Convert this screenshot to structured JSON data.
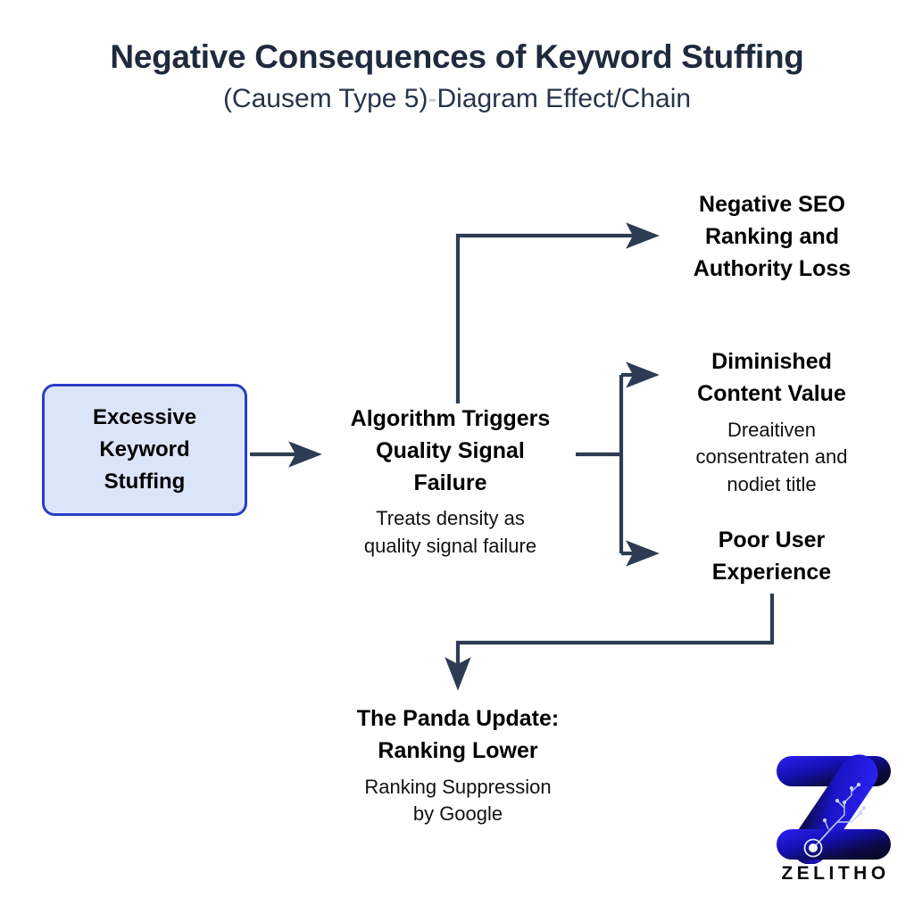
{
  "heading": {
    "title": "Negative Consequences of Keyword Stuffing",
    "subtitle_part1": "(Causem Type 5)",
    "subtitle_dash": "-",
    "subtitle_part2": "Diagram Effect/Chain"
  },
  "diagram": {
    "type": "cause-effect-chain",
    "colors": {
      "title_text": "#1f2a3d",
      "subtitle_text": "#27344a",
      "node_text": "#000000",
      "connector": "#2d3c52",
      "source_box_fill": "#dbe5f9",
      "source_box_border": "#2a3fc4",
      "background": "#ffffff"
    },
    "nodes": [
      {
        "id": "source",
        "head": "Excessive\nKeyword\nStuffing",
        "head_lines": [
          "Excessive",
          "Keyword",
          "Stuffing"
        ],
        "sub": "",
        "boxed": true
      },
      {
        "id": "center",
        "head_lines": [
          "Algorithm Triggers",
          "Quality Signal",
          "Failure"
        ],
        "sub_lines": [
          "Treats density as",
          "quality signal failure"
        ],
        "boxed": false
      },
      {
        "id": "seo",
        "head_lines": [
          "Negative SEO",
          "Ranking and",
          "Authority Loss"
        ],
        "sub_lines": [],
        "boxed": false
      },
      {
        "id": "value",
        "head_lines": [
          "Diminished",
          "Content Value"
        ],
        "sub_lines": [
          "Dreaitiven",
          "consentraten and",
          "nodiet title"
        ],
        "boxed": false
      },
      {
        "id": "ux",
        "head_lines": [
          "Poor User",
          "Experience"
        ],
        "sub_lines": [],
        "boxed": false
      },
      {
        "id": "panda",
        "head_lines": [
          "The Panda Update:",
          "Ranking Lower"
        ],
        "sub_lines": [
          "Ranking Suppression",
          "by Google"
        ],
        "boxed": false
      }
    ],
    "edges": [
      {
        "from": "source",
        "to": "center",
        "style": "straight-right-arrow"
      },
      {
        "from": "center",
        "to": "seo",
        "style": "elbow-up-right-arrow"
      },
      {
        "from": "center",
        "to": "value",
        "style": "elbow-right-up-arrow"
      },
      {
        "from": "center",
        "to": "ux",
        "style": "elbow-right-down-arrow"
      },
      {
        "from": "ux",
        "to": "panda",
        "style": "elbow-down-left-down-arrow"
      }
    ]
  },
  "nodes": {
    "source": {
      "line1": "Excessive",
      "line2": "Keyword",
      "line3": "Stuffing"
    },
    "center": {
      "h1": "Algorithm Triggers",
      "h2": "Quality Signal",
      "h3": "Failure",
      "s1": "Treats density as",
      "s2": "quality signal failure"
    },
    "seo": {
      "h1": "Negative SEO",
      "h2": "Ranking and",
      "h3": "Authority Loss"
    },
    "value": {
      "h1": "Diminished",
      "h2": "Content Value",
      "s1": "Dreaitiven",
      "s2": "consentraten and",
      "s3": "nodiet title"
    },
    "ux": {
      "h1": "Poor User",
      "h2": "Experience"
    },
    "panda": {
      "h1": "The Panda Update:",
      "h2": "Ranking Lower",
      "s1": "Ranking Suppression",
      "s2": "by Google"
    }
  },
  "logo": {
    "wordmark": "ZELITHO",
    "mark_letter": "Z",
    "gradient_from": "#1a17e8",
    "gradient_to": "#08081f",
    "circuit_color": "#c9d4ff"
  }
}
